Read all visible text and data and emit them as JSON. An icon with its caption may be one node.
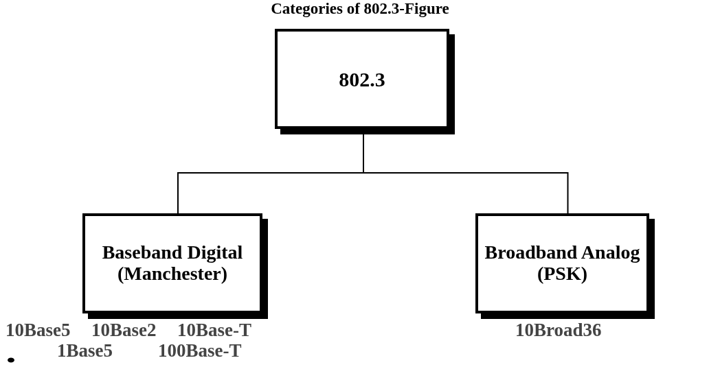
{
  "diagram": {
    "title": "Categories of 802.3-Figure",
    "nodes": [
      {
        "text": [
          "802.3"
        ]
      },
      {
        "text": [
          "Baseband Digital (Manchester)"
        ]
      },
      {
        "text": [
          "Broadband Analog (PSK)"
        ]
      }
    ],
    "edges": [
      {
        "from": 0,
        "to": 1,
        "arrow": "none"
      },
      {
        "from": 0,
        "to": 2,
        "arrow": "none"
      }
    ],
    "labels": [
      "10Base5",
      "10Base2",
      "10Base-T",
      "1Base5",
      "100Base-T",
      "10Broad36"
    ]
  }
}
